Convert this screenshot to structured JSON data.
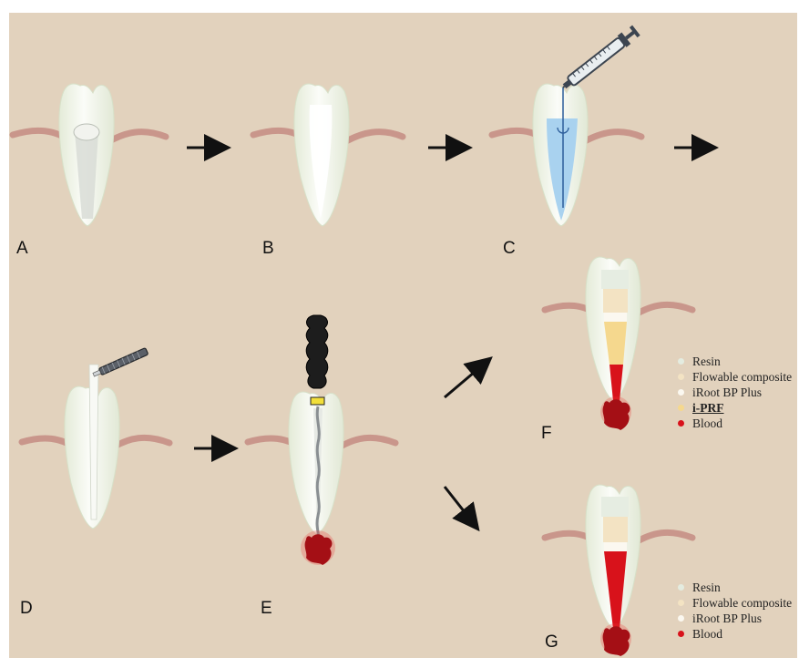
{
  "panels": [
    {
      "id": "A",
      "label": "A"
    },
    {
      "id": "B",
      "label": "B"
    },
    {
      "id": "C",
      "label": "C"
    },
    {
      "id": "D",
      "label": "D"
    },
    {
      "id": "E",
      "label": "E"
    },
    {
      "id": "F",
      "label": "F"
    },
    {
      "id": "G",
      "label": "G"
    }
  ],
  "legend_f": [
    {
      "label": "Resin",
      "color": "#e4ece0"
    },
    {
      "label": "Flowable composite",
      "color": "#f3e3c3"
    },
    {
      "label": "iRoot BP Plus",
      "color": "#fbf8f0"
    },
    {
      "label": "i-PRF",
      "color": "#f5d88e"
    },
    {
      "label": "Blood",
      "color": "#d8121b"
    }
  ],
  "legend_g": [
    {
      "label": "Resin",
      "color": "#e4ece0"
    },
    {
      "label": "Flowable composite",
      "color": "#f3e3c3"
    },
    {
      "label": "iRoot BP Plus",
      "color": "#fbf8f0"
    },
    {
      "label": "Blood",
      "color": "#d8121b"
    }
  ],
  "colors": {
    "background": "#e2d2bd",
    "gum": "#c7968a",
    "tooth": "#f6f8f2",
    "tooth_shade": "#e3ead8",
    "irrigant": "#a8d3f0",
    "blood": "#b9151b",
    "arrow": "#111111"
  }
}
